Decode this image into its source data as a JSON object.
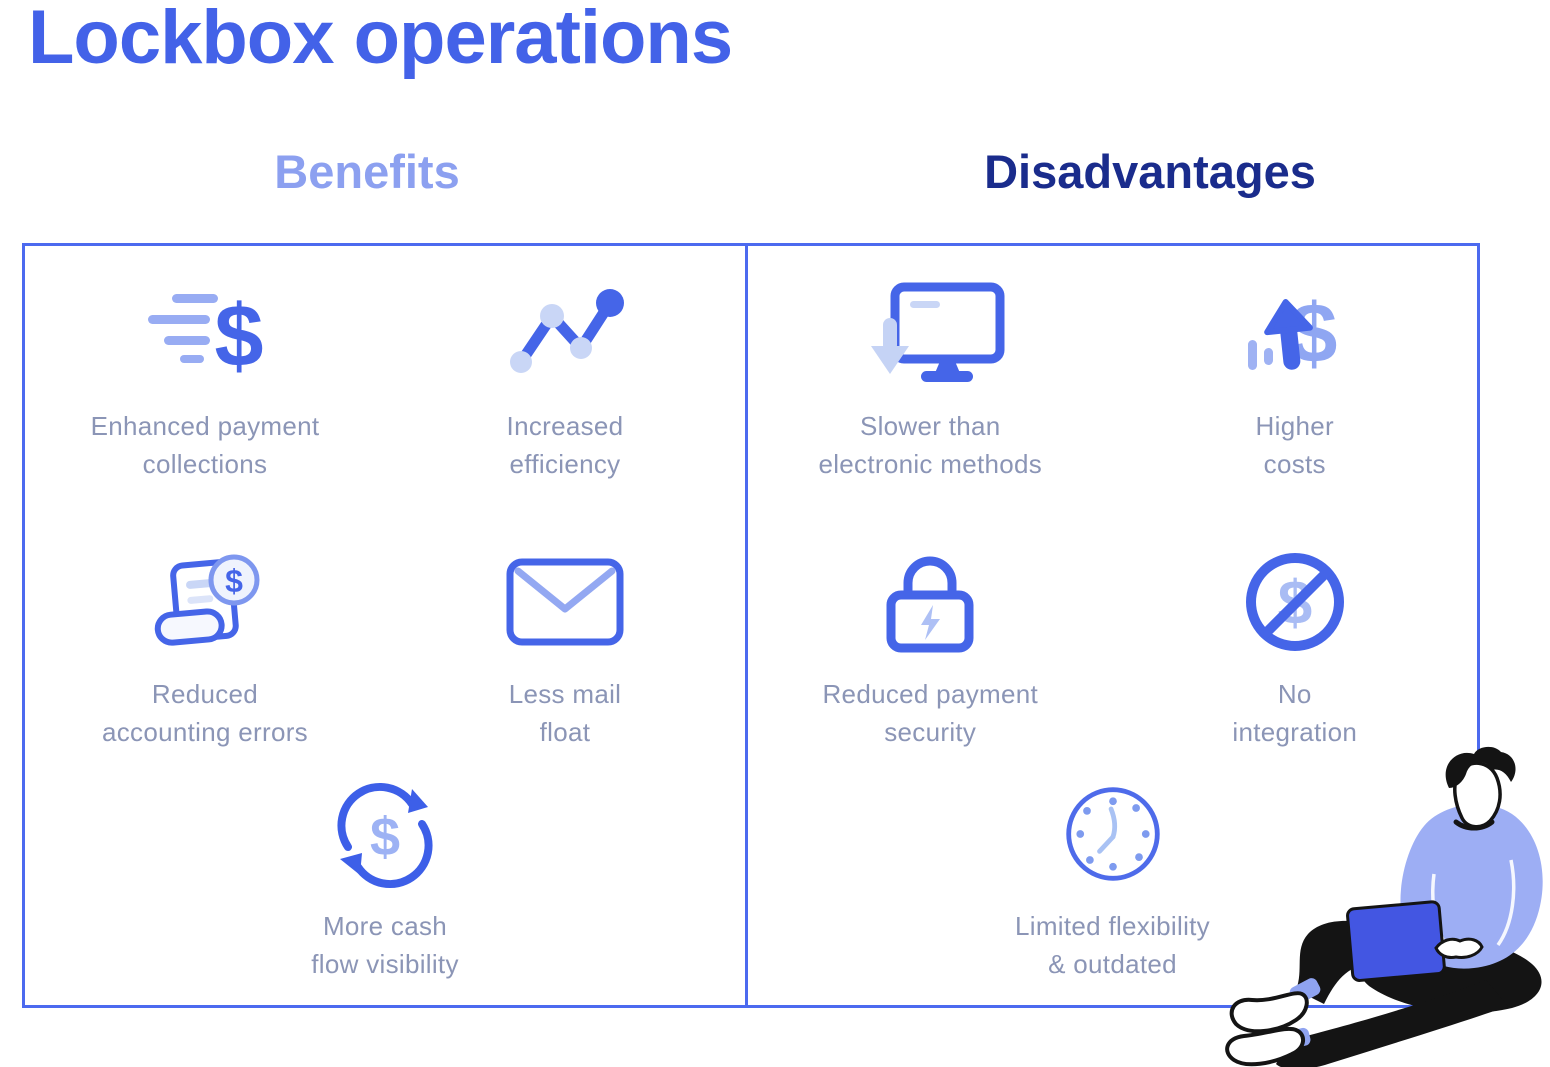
{
  "title": "Lockbox operations",
  "glyphs": {
    "dollar": "$"
  },
  "benefits": {
    "header": "Benefits",
    "items": [
      {
        "icon": "speeding-dollar-icon",
        "lines": [
          "Enhanced payment",
          "collections"
        ]
      },
      {
        "icon": "efficiency-chart-icon",
        "lines": [
          "Increased",
          "efficiency"
        ]
      },
      {
        "icon": "receipt-dollar-icon",
        "lines": [
          "Reduced",
          "accounting errors"
        ]
      },
      {
        "icon": "envelope-icon",
        "lines": [
          "Less mail",
          "float"
        ]
      },
      {
        "icon": "cash-cycle-icon",
        "lines": [
          "More cash",
          "flow visibility"
        ]
      }
    ]
  },
  "disadvantages": {
    "header": "Disadvantages",
    "items": [
      {
        "icon": "monitor-slow-icon",
        "lines": [
          "Slower than",
          "electronic methods"
        ]
      },
      {
        "icon": "rising-costs-icon",
        "lines": [
          "Higher",
          "costs"
        ]
      },
      {
        "icon": "lock-bolt-icon",
        "lines": [
          "Reduced payment",
          "security"
        ]
      },
      {
        "icon": "no-dollar-icon",
        "lines": [
          "No",
          "integration"
        ]
      },
      {
        "icon": "clock-icon",
        "lines": [
          "Limited flexibility",
          "& outdated"
        ]
      }
    ]
  },
  "illustration": {
    "name": "man-sitting-with-laptop"
  },
  "colors": {
    "title": "#4362E8",
    "benefits_header": "#8CA0F0",
    "disadvantages_header": "#1A2C8C",
    "label_text": "#8B95B6",
    "box_border": "#4C6AEF",
    "icon_primary": "#4565E8",
    "icon_light": "#98ACF3",
    "icon_pale": "#C9D6F6"
  }
}
